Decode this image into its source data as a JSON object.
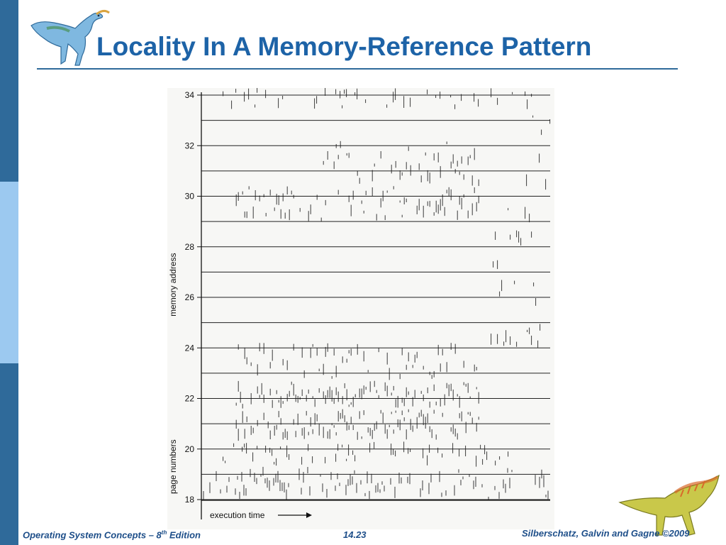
{
  "slide": {
    "title": "Locality In A Memory-Reference Pattern"
  },
  "footer": {
    "book_prefix": "Operating System Concepts – 8",
    "book_sup": "th",
    "book_suffix": " Edition",
    "page": "14.23",
    "authors": "Silberschatz, Galvin and Gagne ©2009"
  },
  "colors": {
    "accent": "#1d63a7",
    "bar_dark": "#2f6a9a",
    "bar_light": "#9cc9f0",
    "footer_text": "#1d4e89"
  },
  "chart_data": {
    "type": "scatter",
    "title": "",
    "xlabel": "execution time",
    "ylabel_outer": "page numbers",
    "ylabel_inner": "memory address",
    "y_ticks": [
      18,
      20,
      22,
      24,
      26,
      28,
      30,
      32,
      34
    ],
    "y_tick_labels": [
      "18",
      "20",
      "22",
      "24",
      "26",
      "28",
      "30",
      "32",
      "34"
    ],
    "ylim": [
      18,
      34
    ],
    "xlim": [
      0,
      100
    ],
    "grid": true,
    "clusters": [
      {
        "pages": [
          18.0,
          19.3
        ],
        "time": [
          0,
          100
        ],
        "density": 0.55
      },
      {
        "pages": [
          19.3,
          20.3
        ],
        "time": [
          5,
          90
        ],
        "density": 0.4
      },
      {
        "pages": [
          20.3,
          21.6
        ],
        "time": [
          10,
          80
        ],
        "density": 0.75
      },
      {
        "pages": [
          21.6,
          22.7
        ],
        "time": [
          10,
          80
        ],
        "density": 0.7
      },
      {
        "pages": [
          22.7,
          24.2
        ],
        "time": [
          10,
          80
        ],
        "density": 0.45
      },
      {
        "pages": [
          24.0,
          25.0
        ],
        "time": [
          80,
          100
        ],
        "density": 0.35
      },
      {
        "pages": [
          25.5,
          29.6
        ],
        "time": [
          80,
          96
        ],
        "density": 0.65
      },
      {
        "pages": [
          29.0,
          30.4
        ],
        "time": [
          10,
          80
        ],
        "density": 0.6
      },
      {
        "pages": [
          30.4,
          32.2
        ],
        "time": [
          35,
          80
        ],
        "density": 0.55
      },
      {
        "pages": [
          33.4,
          34.3
        ],
        "time": [
          5,
          96
        ],
        "density": 0.35
      },
      {
        "pages": [
          30.0,
          33.4
        ],
        "time": [
          92,
          100
        ],
        "density": 0.3
      }
    ]
  }
}
